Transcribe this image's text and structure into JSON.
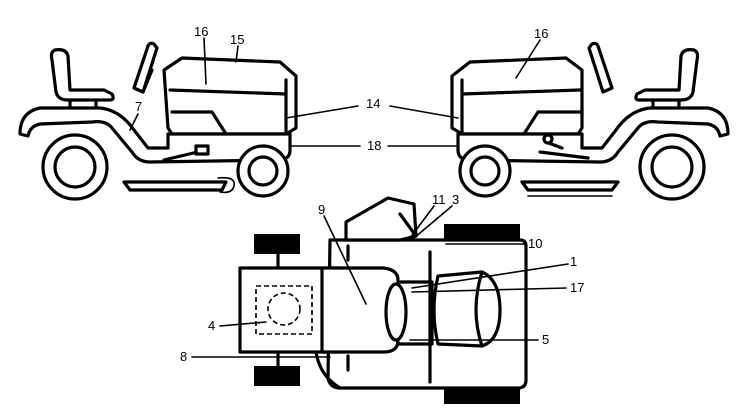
{
  "callouts": {
    "c1": "1",
    "c3": "3",
    "c4": "4",
    "c5": "5",
    "c7": "7",
    "c8": "8",
    "c9": "9",
    "c10": "10",
    "c11": "11",
    "c14": "14",
    "c15": "15",
    "c16_left": "16",
    "c16_right": "16",
    "c17": "17",
    "c18": "18"
  }
}
